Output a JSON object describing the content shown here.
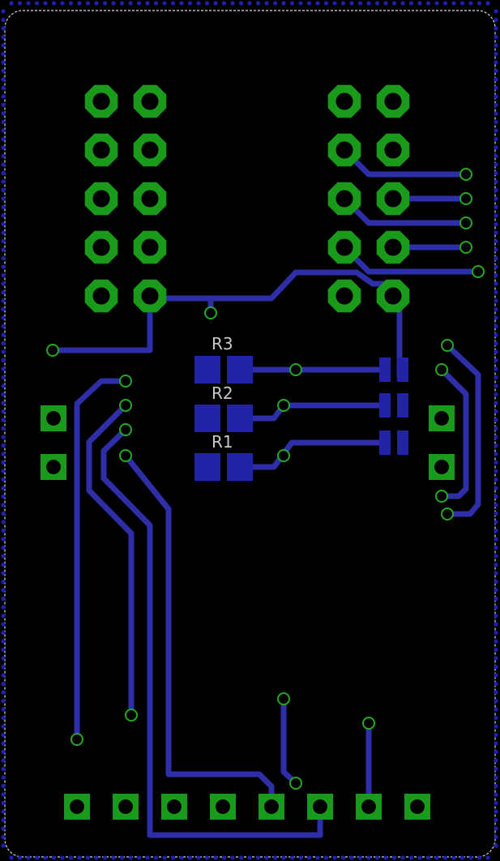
{
  "board": {
    "colors": {
      "background": "#000000",
      "trace": "#2e2ea8",
      "pad_copper": "#1a9a1a",
      "smd_pad": "#2323a6",
      "via_ring": "#22aa22",
      "outline": "#dcdcdc",
      "stitch": "#1f1fb0",
      "silkscreen": "#c8c8c8"
    },
    "labels": {
      "r1": "R1",
      "r2": "R2",
      "r3": "R3"
    },
    "components": {
      "left_header": {
        "rows": 5,
        "cols": 2,
        "pad_shape": "octagon"
      },
      "right_header": {
        "rows": 5,
        "cols": 2,
        "pad_shape": "octagon"
      },
      "left_connector": {
        "pins": 2,
        "pad_shape": "square"
      },
      "right_connector": {
        "pins": 2,
        "pad_shape": "square"
      },
      "bottom_connector": {
        "pins": 8,
        "pad_shape": "square"
      },
      "resistors": [
        "R1",
        "R2",
        "R3"
      ],
      "small_smd_pairs": 3
    }
  }
}
